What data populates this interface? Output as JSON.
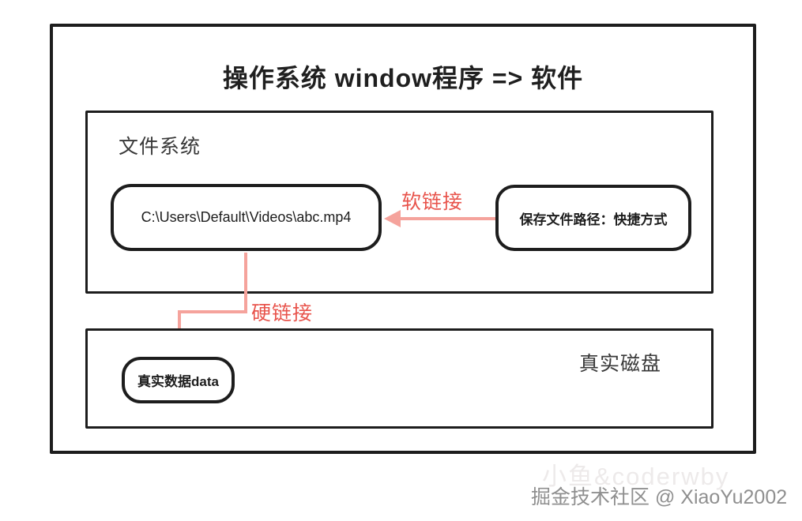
{
  "title": "操作系统 window程序 => 软件",
  "file_system": {
    "label": "文件系统",
    "path_node": "C:\\Users\\Default\\Videos\\abc.mp4",
    "shortcut_node": "保存文件路径：快捷方式"
  },
  "links": {
    "soft_link_label": "软链接",
    "hard_link_label": "硬链接"
  },
  "disk": {
    "label": "真实磁盘",
    "data_node": "真实数据data"
  },
  "watermark": {
    "main": "掘金技术社区 @ XiaoYu2002",
    "faint": "小鱼&coderwby"
  },
  "colors": {
    "box_border": "#1d1d1d",
    "link_label_red": "#e8544c",
    "arrow_salmon": "#f5a39c",
    "watermark_gray": "#8f8f8f"
  }
}
